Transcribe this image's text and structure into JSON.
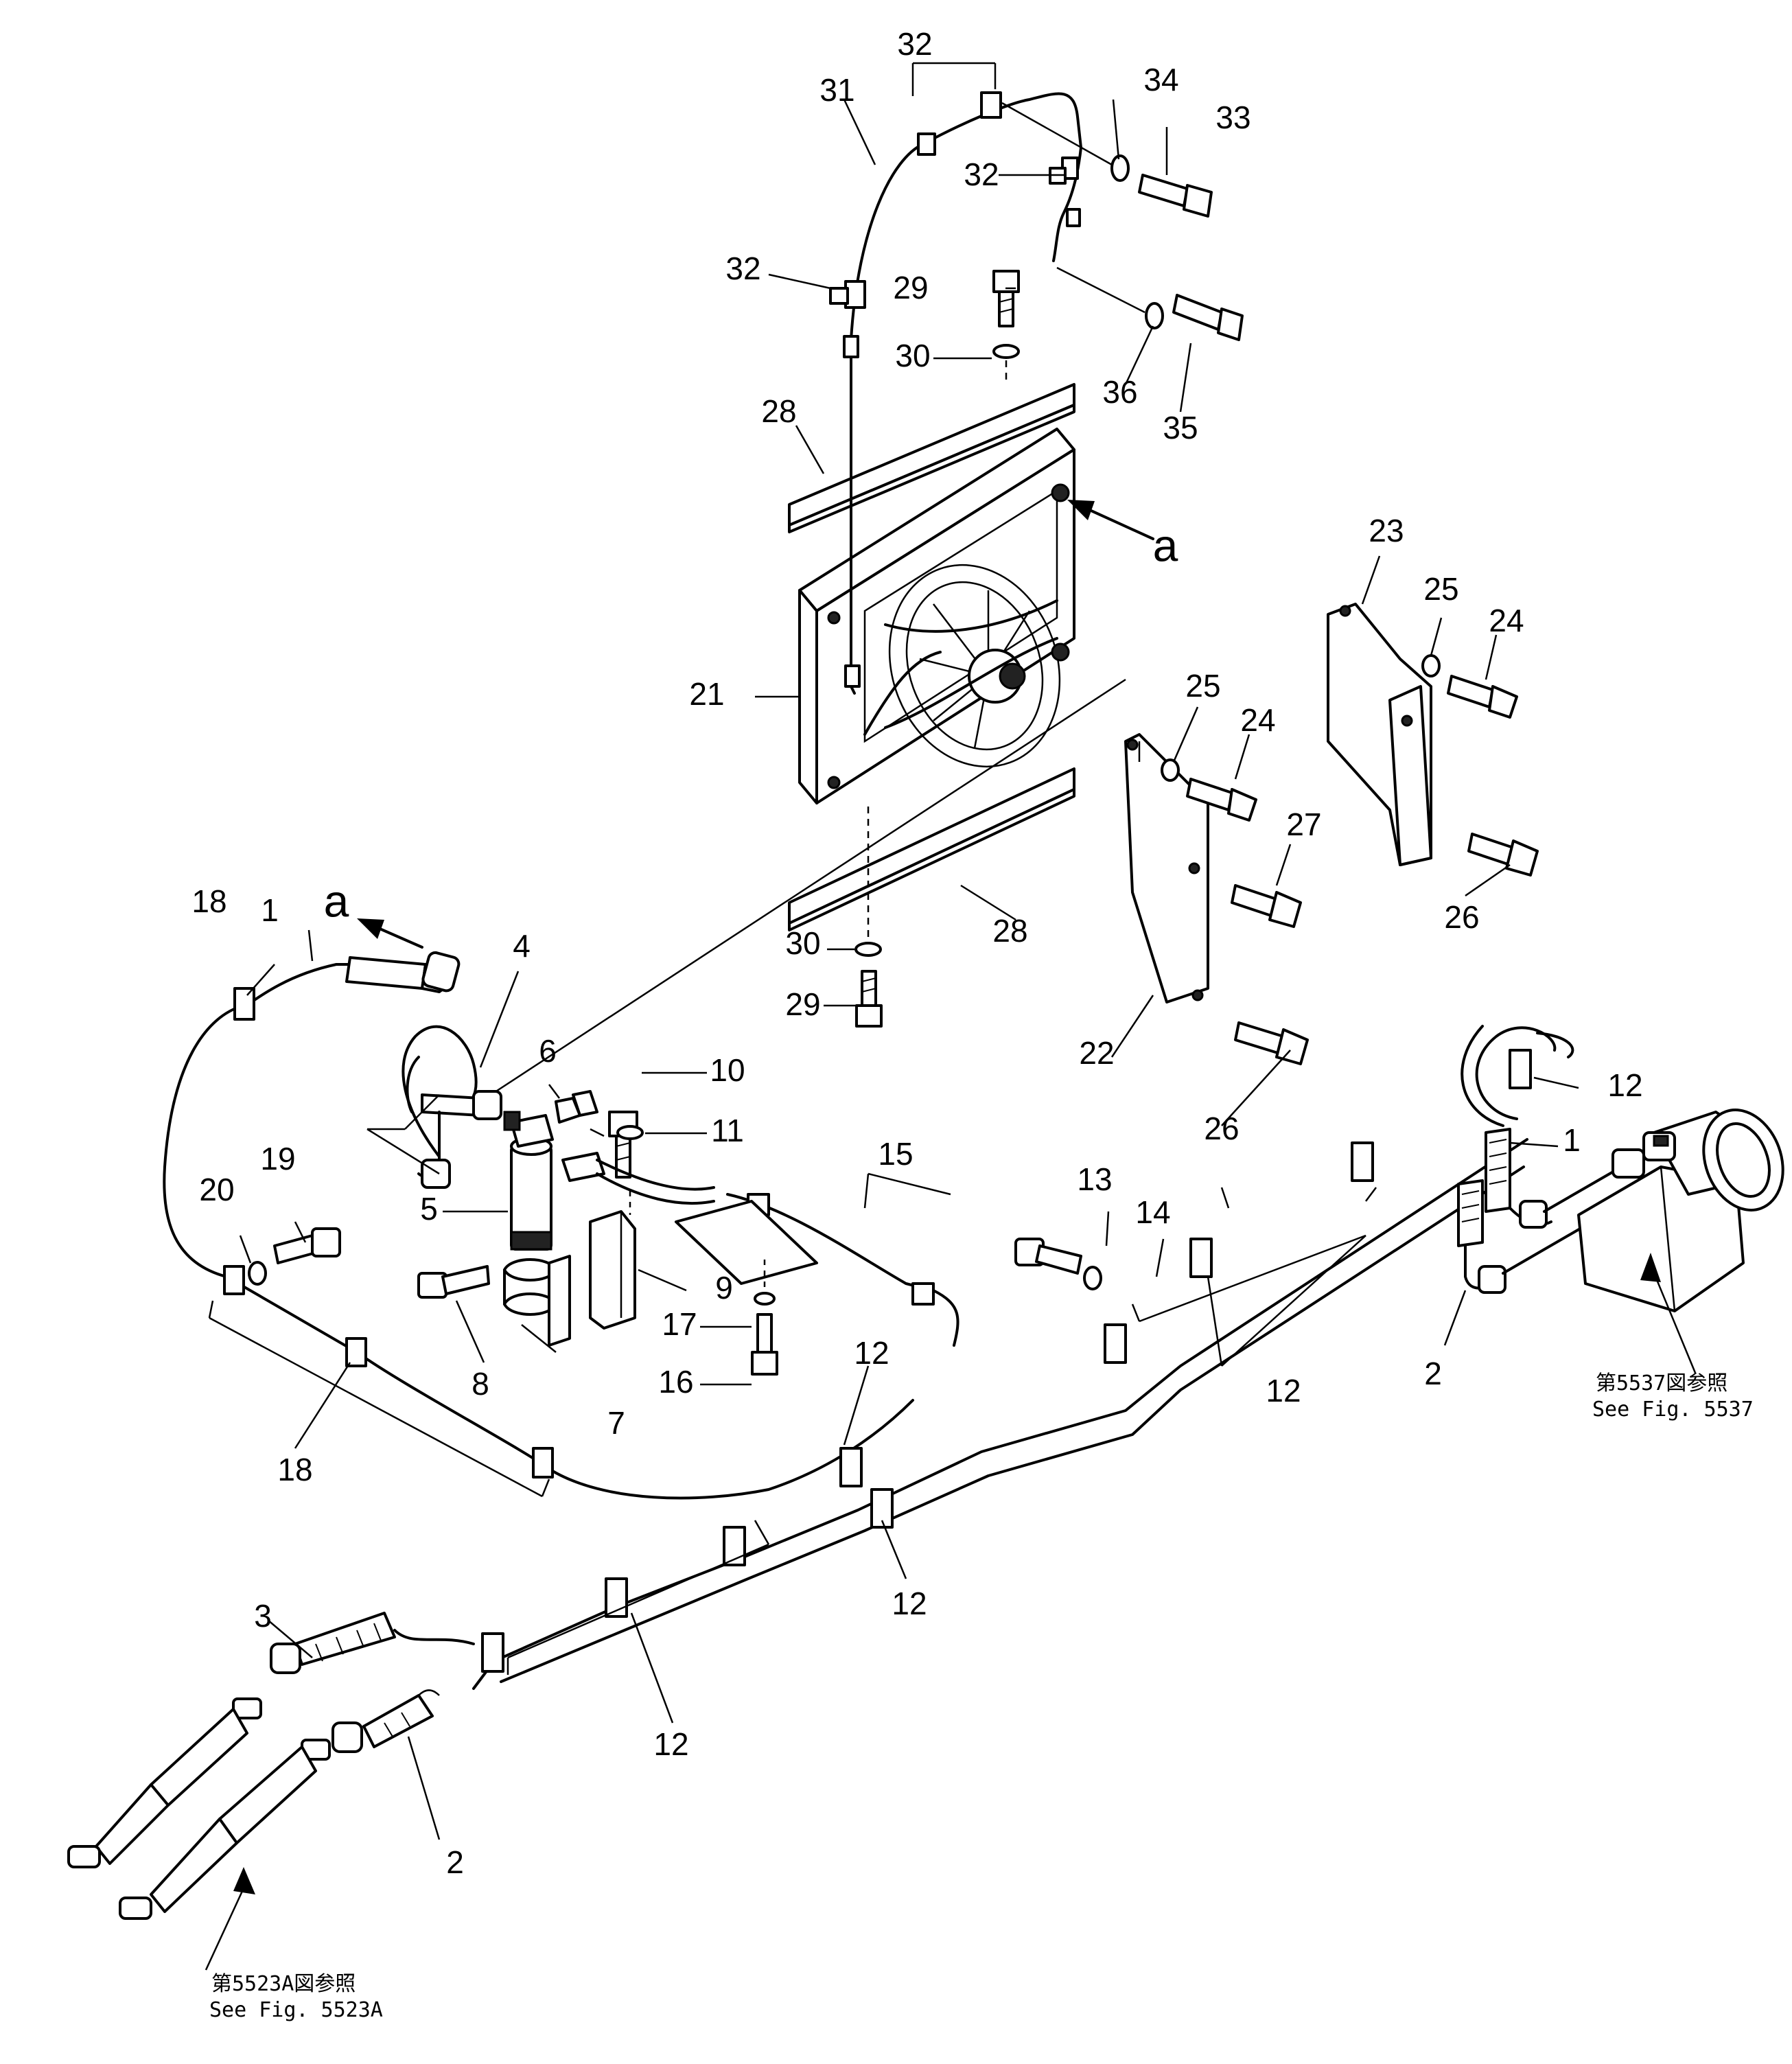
{
  "callouts": [
    {
      "id": "c-1a",
      "text": "1"
    },
    {
      "id": "c-1b",
      "text": "1"
    },
    {
      "id": "c-2a",
      "text": "2"
    },
    {
      "id": "c-2b",
      "text": "2"
    },
    {
      "id": "c-3",
      "text": "3"
    },
    {
      "id": "c-4",
      "text": "4"
    },
    {
      "id": "c-5",
      "text": "5"
    },
    {
      "id": "c-6",
      "text": "6"
    },
    {
      "id": "c-7",
      "text": "7"
    },
    {
      "id": "c-8",
      "text": "8"
    },
    {
      "id": "c-9",
      "text": "9"
    },
    {
      "id": "c-10",
      "text": "10"
    },
    {
      "id": "c-11",
      "text": "11"
    },
    {
      "id": "c-12a",
      "text": "12"
    },
    {
      "id": "c-12b",
      "text": "12"
    },
    {
      "id": "c-12c",
      "text": "12"
    },
    {
      "id": "c-12d",
      "text": "12"
    },
    {
      "id": "c-12e",
      "text": "12"
    },
    {
      "id": "c-13",
      "text": "13"
    },
    {
      "id": "c-14",
      "text": "14"
    },
    {
      "id": "c-15",
      "text": "15"
    },
    {
      "id": "c-16",
      "text": "16"
    },
    {
      "id": "c-17",
      "text": "17"
    },
    {
      "id": "c-18a",
      "text": "18"
    },
    {
      "id": "c-18b",
      "text": "18"
    },
    {
      "id": "c-19",
      "text": "19"
    },
    {
      "id": "c-20",
      "text": "20"
    },
    {
      "id": "c-21",
      "text": "21"
    },
    {
      "id": "c-22",
      "text": "22"
    },
    {
      "id": "c-23",
      "text": "23"
    },
    {
      "id": "c-24a",
      "text": "24"
    },
    {
      "id": "c-24b",
      "text": "24"
    },
    {
      "id": "c-25a",
      "text": "25"
    },
    {
      "id": "c-25b",
      "text": "25"
    },
    {
      "id": "c-26a",
      "text": "26"
    },
    {
      "id": "c-26b",
      "text": "26"
    },
    {
      "id": "c-27",
      "text": "27"
    },
    {
      "id": "c-28a",
      "text": "28"
    },
    {
      "id": "c-28b",
      "text": "28"
    },
    {
      "id": "c-29a",
      "text": "29"
    },
    {
      "id": "c-29b",
      "text": "29"
    },
    {
      "id": "c-30a",
      "text": "30"
    },
    {
      "id": "c-30b",
      "text": "30"
    },
    {
      "id": "c-31",
      "text": "31"
    },
    {
      "id": "c-32a",
      "text": "32"
    },
    {
      "id": "c-32b",
      "text": "32"
    },
    {
      "id": "c-32c",
      "text": "32"
    },
    {
      "id": "c-33",
      "text": "33"
    },
    {
      "id": "c-34",
      "text": "34"
    },
    {
      "id": "c-35",
      "text": "35"
    },
    {
      "id": "c-36",
      "text": "36"
    }
  ],
  "markers": {
    "connection_a_top": "a",
    "connection_a_left": "a"
  },
  "references": {
    "right": {
      "jp": "第5537図参照",
      "en": "See  Fig.  5537"
    },
    "left": {
      "jp": "第5523A図参照",
      "en": "See  Fig.  5523A"
    }
  }
}
